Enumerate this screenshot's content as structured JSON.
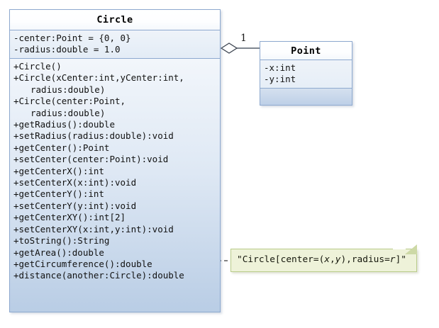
{
  "diagram": {
    "title": "Circle and Point UML class diagram",
    "background_color": "#ffffff",
    "class_border_color": "#8ea9cf",
    "note_fill_color": "#eef2d9",
    "note_border_color": "#b9cc8a"
  },
  "circle_class": {
    "name": "Circle",
    "attributes": [
      "-center:Point = {0, 0}",
      "-radius:double = 1.0"
    ],
    "operations": [
      {
        "text": "+Circle()",
        "continuation": false
      },
      {
        "text": "+Circle(xCenter:int,yCenter:int,",
        "continuation": false
      },
      {
        "text": "radius:double)",
        "continuation": true
      },
      {
        "text": "+Circle(center:Point,",
        "continuation": false
      },
      {
        "text": "radius:double)",
        "continuation": true
      },
      {
        "text": "+getRadius():double",
        "continuation": false
      },
      {
        "text": "+setRadius(radius:double):void",
        "continuation": false
      },
      {
        "text": "+getCenter():Point",
        "continuation": false
      },
      {
        "text": "+setCenter(center:Point):void",
        "continuation": false
      },
      {
        "text": "+getCenterX():int",
        "continuation": false
      },
      {
        "text": "+setCenterX(x:int):void",
        "continuation": false
      },
      {
        "text": "+getCenterY():int",
        "continuation": false
      },
      {
        "text": "+setCenterY(y:int):void",
        "continuation": false
      },
      {
        "text": "+getCenterXY():int[2]",
        "continuation": false
      },
      {
        "text": "+setCenterXY(x:int,y:int):void",
        "continuation": false
      },
      {
        "text": "+toString():String",
        "continuation": false
      },
      {
        "text": "+getArea():double",
        "continuation": false
      },
      {
        "text": "+getCircumference():double",
        "continuation": false
      },
      {
        "text": "+distance(another:Circle):double",
        "continuation": false
      }
    ]
  },
  "point_class": {
    "name": "Point",
    "attributes": [
      "-x:int",
      "-y:int"
    ],
    "operations": []
  },
  "association": {
    "type": "aggregation",
    "source": "Circle",
    "target": "Point",
    "multiplicity_target": "1",
    "diamond": "hollow"
  },
  "note": {
    "anchor_operation": "+toString():String",
    "link_style": "dashed",
    "text_parts": [
      {
        "text": "\"Circle[center=(",
        "italic": false
      },
      {
        "text": "x",
        "italic": true
      },
      {
        "text": ",",
        "italic": false
      },
      {
        "text": "y",
        "italic": true
      },
      {
        "text": "),radius=",
        "italic": false
      },
      {
        "text": "r",
        "italic": true
      },
      {
        "text": "]\"",
        "italic": false
      }
    ]
  }
}
